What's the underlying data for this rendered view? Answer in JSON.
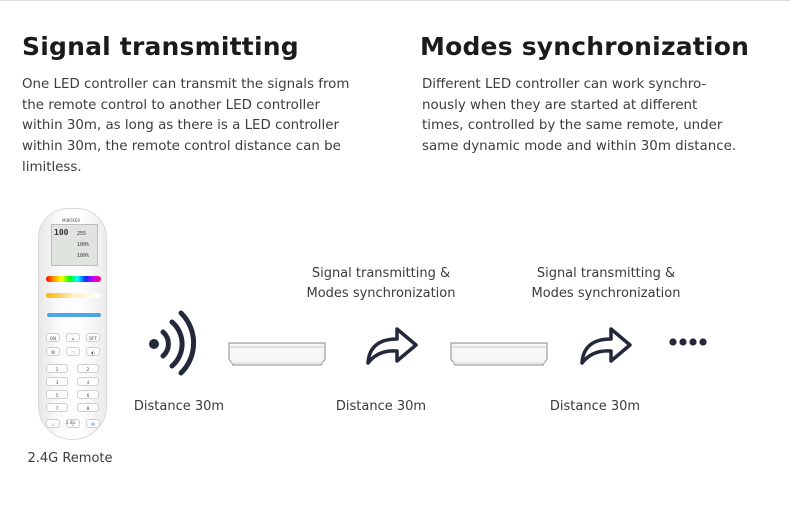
{
  "left": {
    "title": "Signal transmitting",
    "lines": [
      "One LED controller can transmit the signals from",
      "the remote control to another LED controller",
      "within 30m, as long as there is a LED controller",
      "within 30m, the remote control distance can be",
      "limitless."
    ]
  },
  "right": {
    "title": "Modes synchronization",
    "lines": [
      "Different LED controller can work synchro-",
      "nously when they are started at different",
      "times, controlled by the same remote, under",
      "same dynamic mode and within 30m distance."
    ]
  },
  "remote": {
    "caption": "2.4G Remote",
    "brand": "MiBOXER",
    "lcd_big": "100",
    "lcd_r1": "255",
    "lcd_r2": "100%",
    "lcd_r3": "100%",
    "footer": "2.4G"
  },
  "diagram": {
    "distance_1": "Distance 30m",
    "distance_2": "Distance 30m",
    "distance_3": "Distance 30m",
    "label_1_line1": "Signal transmitting &",
    "label_1_line2": "Modes synchronization",
    "label_2_line1": "Signal transmitting &",
    "label_2_line2": "Modes synchronization"
  },
  "colors": {
    "arrow": "#23283a",
    "text_dark": "#1b1b1b",
    "body": "#3d3d3d"
  },
  "icons": [
    "wifi-signal-icon",
    "share-arrow-icon",
    "share-arrow-icon",
    "ellipsis-dots-icon"
  ]
}
